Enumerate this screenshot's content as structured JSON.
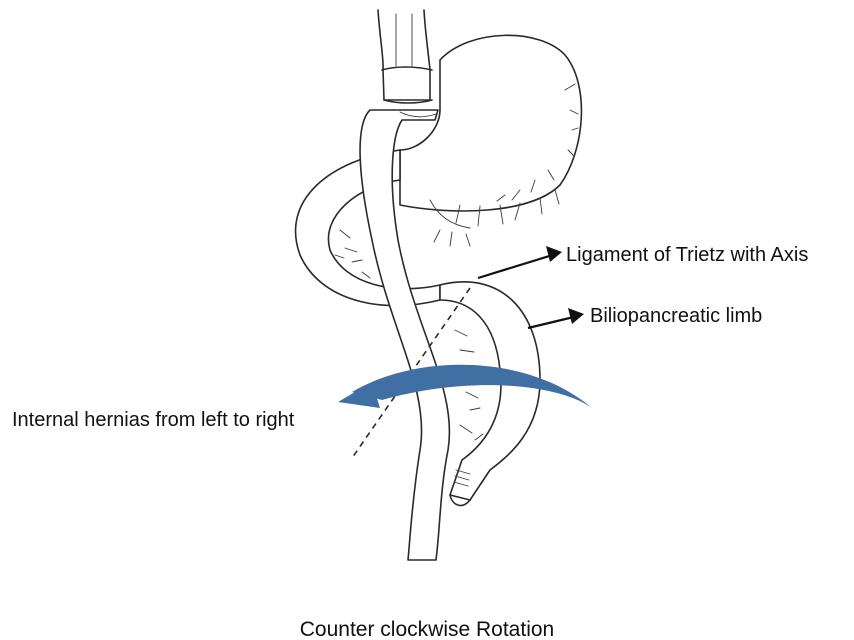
{
  "labels": {
    "ligament": "Ligament of Trietz with Axis",
    "biliopancreatic": "Biliopancreatic limb",
    "hernias": "Internal hernias from left to right"
  },
  "caption": "Counter clockwise Rotation",
  "colors": {
    "rotation_arrow": "#3f6fa3",
    "ink": "#2a2a2a",
    "background": "#ffffff"
  }
}
